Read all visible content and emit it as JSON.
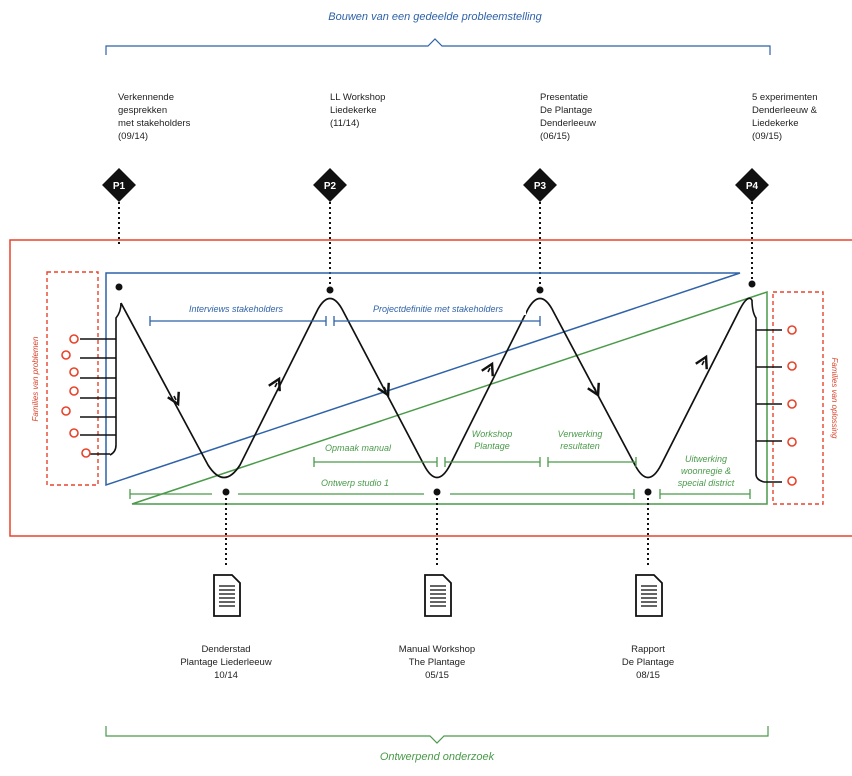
{
  "colors": {
    "blue": "#2f62a8",
    "green": "#4a9a4a",
    "red": "#e8432a",
    "black": "#111111"
  },
  "top_title": "Bouwen van een gedeelde probleemstelling",
  "bottom_title": "Ontwerpend onderzoek",
  "left_vertical_label": "Families van problemen",
  "right_vertical_label": "Families van oplossing",
  "milestones": [
    {
      "id": "P1",
      "lines": [
        "Verkennende",
        "gesprekken",
        "met stakeholders",
        "(09/14)"
      ]
    },
    {
      "id": "P2",
      "lines": [
        "LL Workshop",
        "Liedekerke",
        "(11/14)"
      ]
    },
    {
      "id": "P3",
      "lines": [
        "Presentatie",
        "De Plantage",
        "Denderleeuw",
        "(06/15)"
      ]
    },
    {
      "id": "P4",
      "lines": [
        "5 experimenten",
        "Denderleeuw &",
        "Liedekerke",
        "(09/15)"
      ]
    }
  ],
  "blue_phases": [
    {
      "label": "Interviews stakeholders"
    },
    {
      "label": "Projectdefinitie met stakeholders"
    }
  ],
  "green_phases": [
    {
      "lines": [
        "Opmaak manual"
      ]
    },
    {
      "lines": [
        "Workshop",
        "Plantage"
      ]
    },
    {
      "lines": [
        "Verwerking",
        "resultaten"
      ]
    },
    {
      "lines": [
        "Uitwerking",
        "woonregie &",
        "special district"
      ]
    },
    {
      "lines": [
        "Ontwerp studio 1"
      ]
    }
  ],
  "documents": [
    {
      "lines": [
        "Denderstad",
        "Plantage Liederleeuw",
        "10/14"
      ]
    },
    {
      "lines": [
        "Manual Workshop",
        "The Plantage",
        "05/15"
      ]
    },
    {
      "lines": [
        "Rapport",
        "De Plantage",
        "08/15"
      ]
    }
  ]
}
